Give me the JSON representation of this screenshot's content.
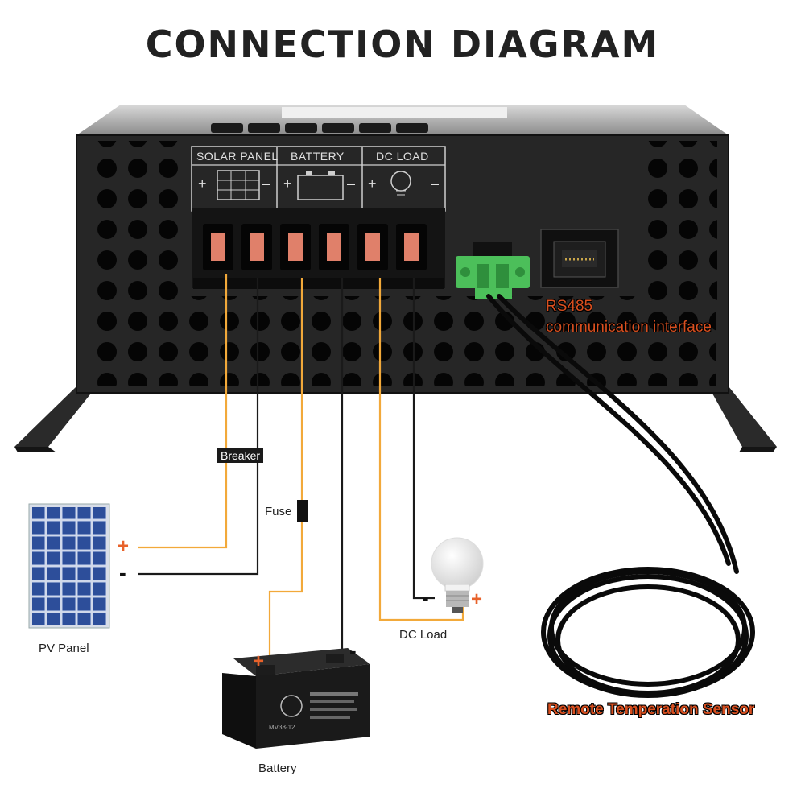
{
  "title": "CONNECTION DIAGRAM",
  "terminal_labels": {
    "solar_panel": "SOLAR PANEL",
    "battery": "BATTERY",
    "dc_load": "DC LOAD",
    "plus": "+",
    "minus": "–"
  },
  "labels": {
    "rs485_line1": "RS485",
    "rs485_line2": "communication interface",
    "breaker": "Breaker",
    "fuse": "Fuse",
    "pv_panel": "PV Panel",
    "battery": "Battery",
    "dc_load": "DC Load",
    "remote_sensor": "Remote Temperation Sensor",
    "battery_model": "MV38-12"
  },
  "polarity": {
    "plus": "+",
    "minus": "-"
  },
  "colors": {
    "wire_positive": "#f2a93a",
    "wire_negative": "#1a1a1a",
    "terminal_copper": "#e0806a",
    "rs485_connector": "#4cbf5a",
    "label_orange": "#d94f1f"
  }
}
